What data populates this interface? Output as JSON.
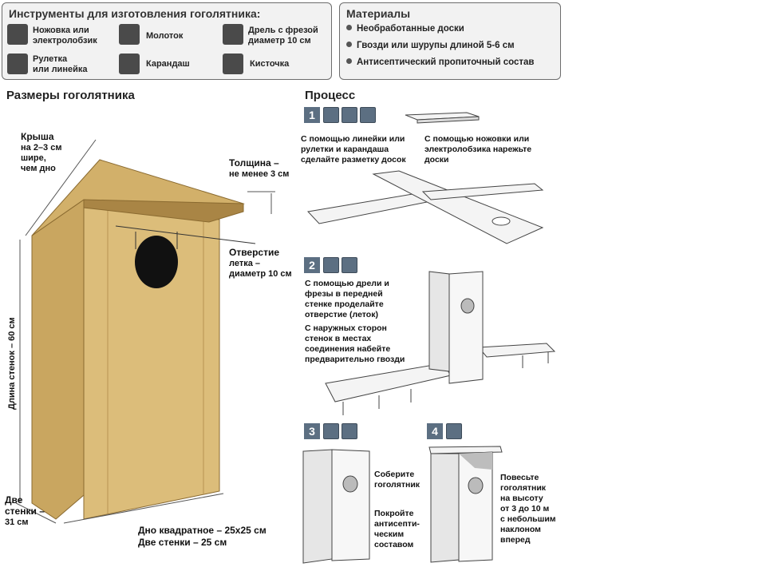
{
  "tools": {
    "title": "Инструменты для изготовления гоголятника:",
    "items": [
      {
        "icon": "saw-icon",
        "label_1": "Ножовка или",
        "label_2": "электролобзик"
      },
      {
        "icon": "hammer-icon",
        "label_1": "Молоток",
        "label_2": ""
      },
      {
        "icon": "drill-icon",
        "label_1": "Дрель с фрезой",
        "label_2": "диаметр 10 см"
      },
      {
        "icon": "tape-measure-icon",
        "label_1": "Рулетка",
        "label_2": "или линейка"
      },
      {
        "icon": "pencil-icon",
        "label_1": "Карандаш",
        "label_2": ""
      },
      {
        "icon": "brush-icon",
        "label_1": "Кисточка",
        "label_2": ""
      }
    ]
  },
  "materials": {
    "title": "Материалы",
    "items": [
      "Необработанные доски",
      "Гвозди или шурупы длиной 5-6 см",
      "Антисептический пропиточный состав"
    ]
  },
  "dimensions": {
    "title": "Размеры гоголятника",
    "roof_1": "Крыша",
    "roof_2": "на 2–3 см",
    "roof_3": "шире,",
    "roof_4": "чем дно",
    "thick_1": "Толщина –",
    "thick_2": "не менее 3 см",
    "hole_1": "Отверстие",
    "hole_2": "летка –",
    "hole_3": "диаметр 10 см",
    "wall_length": "Длина стенок – 60 см",
    "two_1": "Две",
    "two_2": "стенки –",
    "two_3": "31 см",
    "bottom_1": "Дно квадратное – 25x25 см",
    "bottom_2": "Две стенки – 25 см"
  },
  "process": {
    "title": "Процесс",
    "step1_num": "1",
    "step1_a_1": "С помощью линейки или",
    "step1_a_2": "рулетки и карандаша",
    "step1_a_3": "сделайте разметку досок",
    "step1_b_1": "С помощью ножовки или",
    "step1_b_2": "электролобзика нарежьте",
    "step1_b_3": "доски",
    "step2_num": "2",
    "step2_a_1": "С помощью дрели и",
    "step2_a_2": "фрезы в передней",
    "step2_a_3": "стенке проделайте",
    "step2_a_4": "отверстие (леток)",
    "step2_b_1": "С наружных сторон",
    "step2_b_2": "стенок в местах",
    "step2_b_3": "соединения набейте",
    "step2_b_4": "предварительно гвозди",
    "step3_num": "3",
    "step3_a_1": "Соберите",
    "step3_a_2": "гоголятник",
    "step3_b_1": "Покройте",
    "step3_b_2": "антисепти-",
    "step3_b_3": "ческим",
    "step3_b_4": "составом",
    "step4_num": "4",
    "step4_1": "Повесьте",
    "step4_2": "гоголятник",
    "step4_3": "на высоту",
    "step4_4": "от 3 до 10 м",
    "step4_5": "с небольшим",
    "step4_6": "наклоном",
    "step4_7": "вперед"
  },
  "colors": {
    "wood": "#d8b872",
    "wood_dark": "#b08a45",
    "icon": "#5c6f82",
    "panel": "#f2f2f2"
  }
}
